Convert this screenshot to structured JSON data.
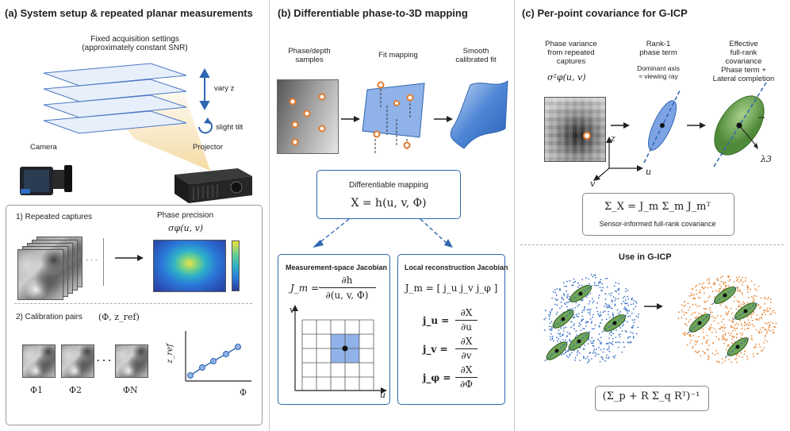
{
  "panel_a": {
    "title": "(a)   System setup & repeated planar measurements",
    "settings_line1": "Fixed acquisition settings",
    "settings_line2": "(approximately constant SNR)",
    "vary_z": "vary z",
    "slight_tilt": "slight tilt",
    "camera": "Camera",
    "projector": "Projector",
    "captures_title": "1)   Repeated captures",
    "ellipsis": "· · ·",
    "phase_precision": "Phase precision",
    "phase_precision_symbol": "σφ(u, v)",
    "calib_title": "2)   Calibration pairs",
    "calib_symbol": "(Φ, z_ref)",
    "phi1": "Φ1",
    "phi2": "Φ2",
    "dots": "· · ·",
    "phiN": "ΦN",
    "zref_axis": "z_ref",
    "phi_axis": "Φ"
  },
  "panel_b": {
    "title": "(b)   Differentiable phase-to-3D mapping",
    "samples_label_1": "Phase/depth",
    "samples_label_2": "samples",
    "fit_label": "Fit mapping",
    "smooth_label_1": "Smooth",
    "smooth_label_2": "calibrated fit",
    "diff_title": "Differentiable mapping",
    "diff_eq": "X = h(u, v, Φ)",
    "meas_title": "Measurement-space Jacobian",
    "meas_eq_lhs": "J_m =",
    "meas_eq_num": "∂h",
    "meas_eq_den": "∂(u, v, Φ)",
    "axis_v": "v",
    "axis_u": "u",
    "local_title": "Local reconstruction Jacobian",
    "local_eq": "J_m = [ j_u  j_v  j_φ ]",
    "ju": "j_u =",
    "jv": "j_v =",
    "jphi": "j_φ =",
    "num": "∂X",
    "den_u": "∂u",
    "den_v": "∂v",
    "den_phi": "∂Φ"
  },
  "panel_c": {
    "title": "(c)   Per-point covariance for G-ICP",
    "pv_1": "Phase variance",
    "pv_2": "from repeated",
    "pv_3": "captures",
    "pv_sym": "σ²φ(u, v)",
    "r1_1": "Rank-1",
    "r1_2": "phase term",
    "dom_1": "Dominant axis",
    "dom_2": "≈ viewing ray",
    "eff_1": "Effective",
    "eff_2": "full-rank",
    "eff_3": "covariance",
    "eff_4": "Phase term +",
    "eff_5": "Lateral completion",
    "axis_z": "z",
    "axis_u": "u",
    "axis_v": "v",
    "lambda3": "λ3",
    "cov_eq": "Σ_X = J_m Σ_m J_mᵀ",
    "cov_caption": "Sensor-informed full-rank covariance",
    "use_title": "Use in G-ICP",
    "gicp_eq": "(Σ_p + R Σ_q Rᵀ)⁻¹"
  },
  "colors": {
    "blue": "#2f66b0",
    "green": "#5f9a47",
    "orange": "#e27a2e",
    "point_blue": "#3b73c8",
    "point_orange": "#e98a3c"
  }
}
